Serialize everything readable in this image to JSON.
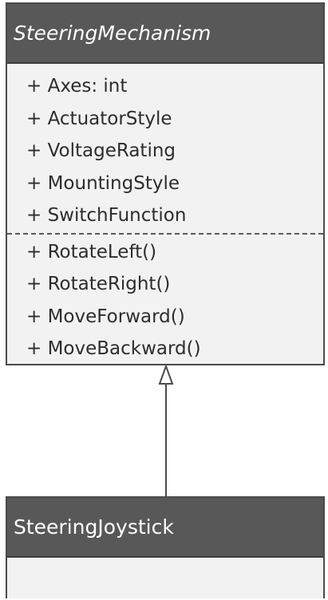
{
  "parent": {
    "name": "SteeringMechanism",
    "abstract": true,
    "attributes": [
      "+ Axes: int",
      "+ ActuatorStyle",
      "+ VoltageRating",
      "+ MountingStyle",
      "+ SwitchFunction"
    ],
    "operations": [
      "+ RotateLeft()",
      "+ RotateRight()",
      "+ MoveForward()",
      "+ MoveBackward()"
    ]
  },
  "child": {
    "name": "SteeringJoystick"
  },
  "relationship": {
    "type": "generalization",
    "from": "SteeringJoystick",
    "to": "SteeringMechanism"
  },
  "colors": {
    "header": "#585858",
    "body": "#f2f2f2",
    "border": "#4a4a4a",
    "text": "#2d2d2d"
  }
}
